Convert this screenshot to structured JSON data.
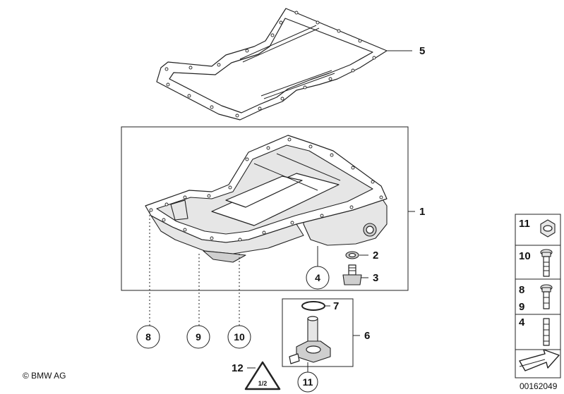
{
  "callouts": {
    "c1": "1",
    "c2": "2",
    "c3": "3",
    "c4": "4",
    "c5": "5",
    "c6": "6",
    "c7": "7",
    "c8": "8",
    "c9": "9",
    "c10": "10",
    "c11": "11",
    "c12": "12"
  },
  "legend": {
    "l11": "11",
    "l10": "10",
    "l8": "8",
    "l9": "9",
    "l4": "4"
  },
  "footer": {
    "copyright": "© BMW AG",
    "image_number": "00162049"
  },
  "warning_badge_text": "1/2"
}
